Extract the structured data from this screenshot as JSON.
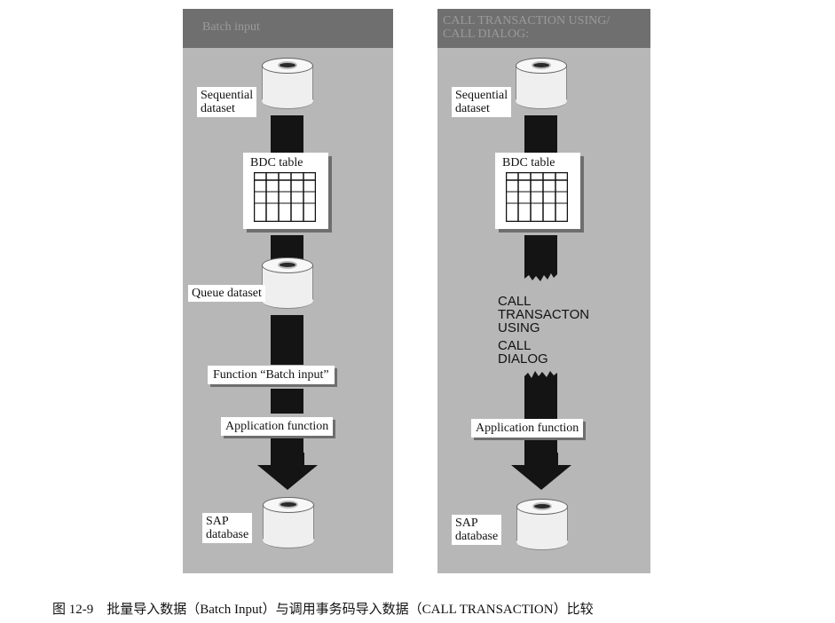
{
  "left_panel": {
    "title": "Batch input",
    "sequential_dataset": "Sequential\ndataset",
    "bdc_table": "BDC table",
    "queue_dataset": "Queue dataset",
    "function_batch_input": "Function “Batch input”",
    "application_function": "Application function",
    "sap_database": "SAP\ndatabase"
  },
  "right_panel": {
    "title": "CALL TRANSACTION USING/\nCALL DIALOG:",
    "sequential_dataset": "Sequential\ndataset",
    "bdc_table": "BDC table",
    "call_transaction": "CALL\nTRANSACTON\nUSING",
    "call_dialog": "CALL\nDIALOG",
    "application_function": "Application function",
    "sap_database": "SAP\ndatabase"
  },
  "caption": "图 12-9　批量导入数据（Batch Input）与调用事务码导入数据（CALL TRANSACTION）比较"
}
